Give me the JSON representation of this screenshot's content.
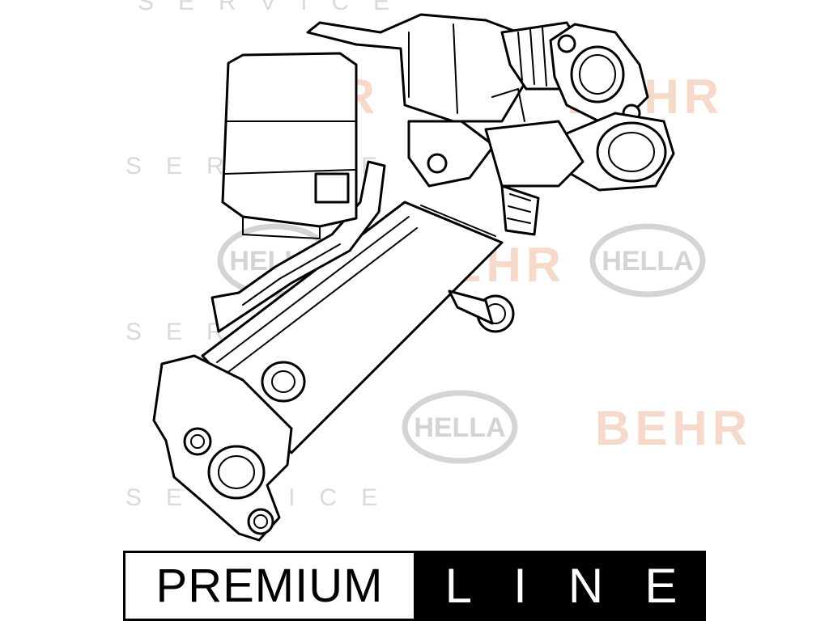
{
  "watermarks": {
    "brand_a": "BEHR",
    "brand_b": "HELLA",
    "service": "SERVICE"
  },
  "banner": {
    "word": "PREMIUM",
    "letters": [
      "L",
      "I",
      "N",
      "E"
    ]
  },
  "colors": {
    "banner_dark": "#000000",
    "behr_watermark": "#f6d9c8",
    "hella_watermark": "#d4d4d4"
  }
}
